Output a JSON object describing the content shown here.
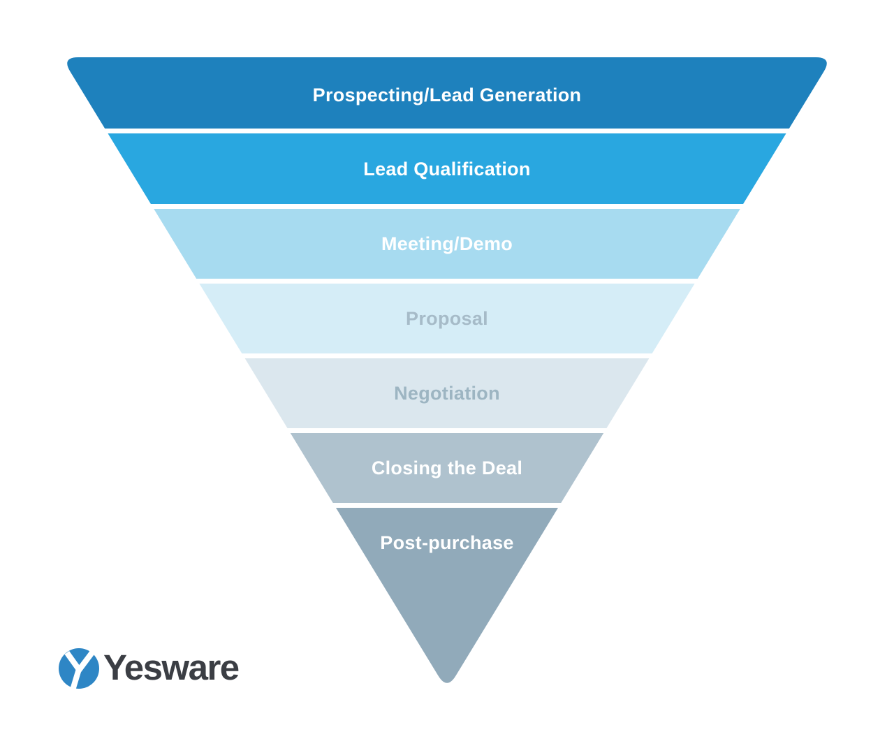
{
  "chart_data": {
    "type": "funnel",
    "title": "",
    "orientation": "inverted-triangle",
    "stages": [
      {
        "label": "Prospecting/Lead Generation",
        "color": "#1e81bd",
        "text_color": "#ffffff"
      },
      {
        "label": "Lead Qualification",
        "color": "#29a7e0",
        "text_color": "#ffffff"
      },
      {
        "label": "Meeting/Demo",
        "color": "#a7dbf0",
        "text_color": "#ffffff"
      },
      {
        "label": "Proposal",
        "color": "#d5edf7",
        "text_color": "#a6bbc8"
      },
      {
        "label": "Negotiation",
        "color": "#dbe7ee",
        "text_color": "#9db5c2"
      },
      {
        "label": "Closing the Deal",
        "color": "#afc2ce",
        "text_color": "#ffffff"
      },
      {
        "label": "Post-purchase",
        "color": "#91aaba",
        "text_color": "#ffffff"
      }
    ]
  },
  "branding": {
    "logo_text": "Yesware",
    "logo_text_color": "#3b3e44",
    "logo_mark_color": "#2e86c5"
  }
}
